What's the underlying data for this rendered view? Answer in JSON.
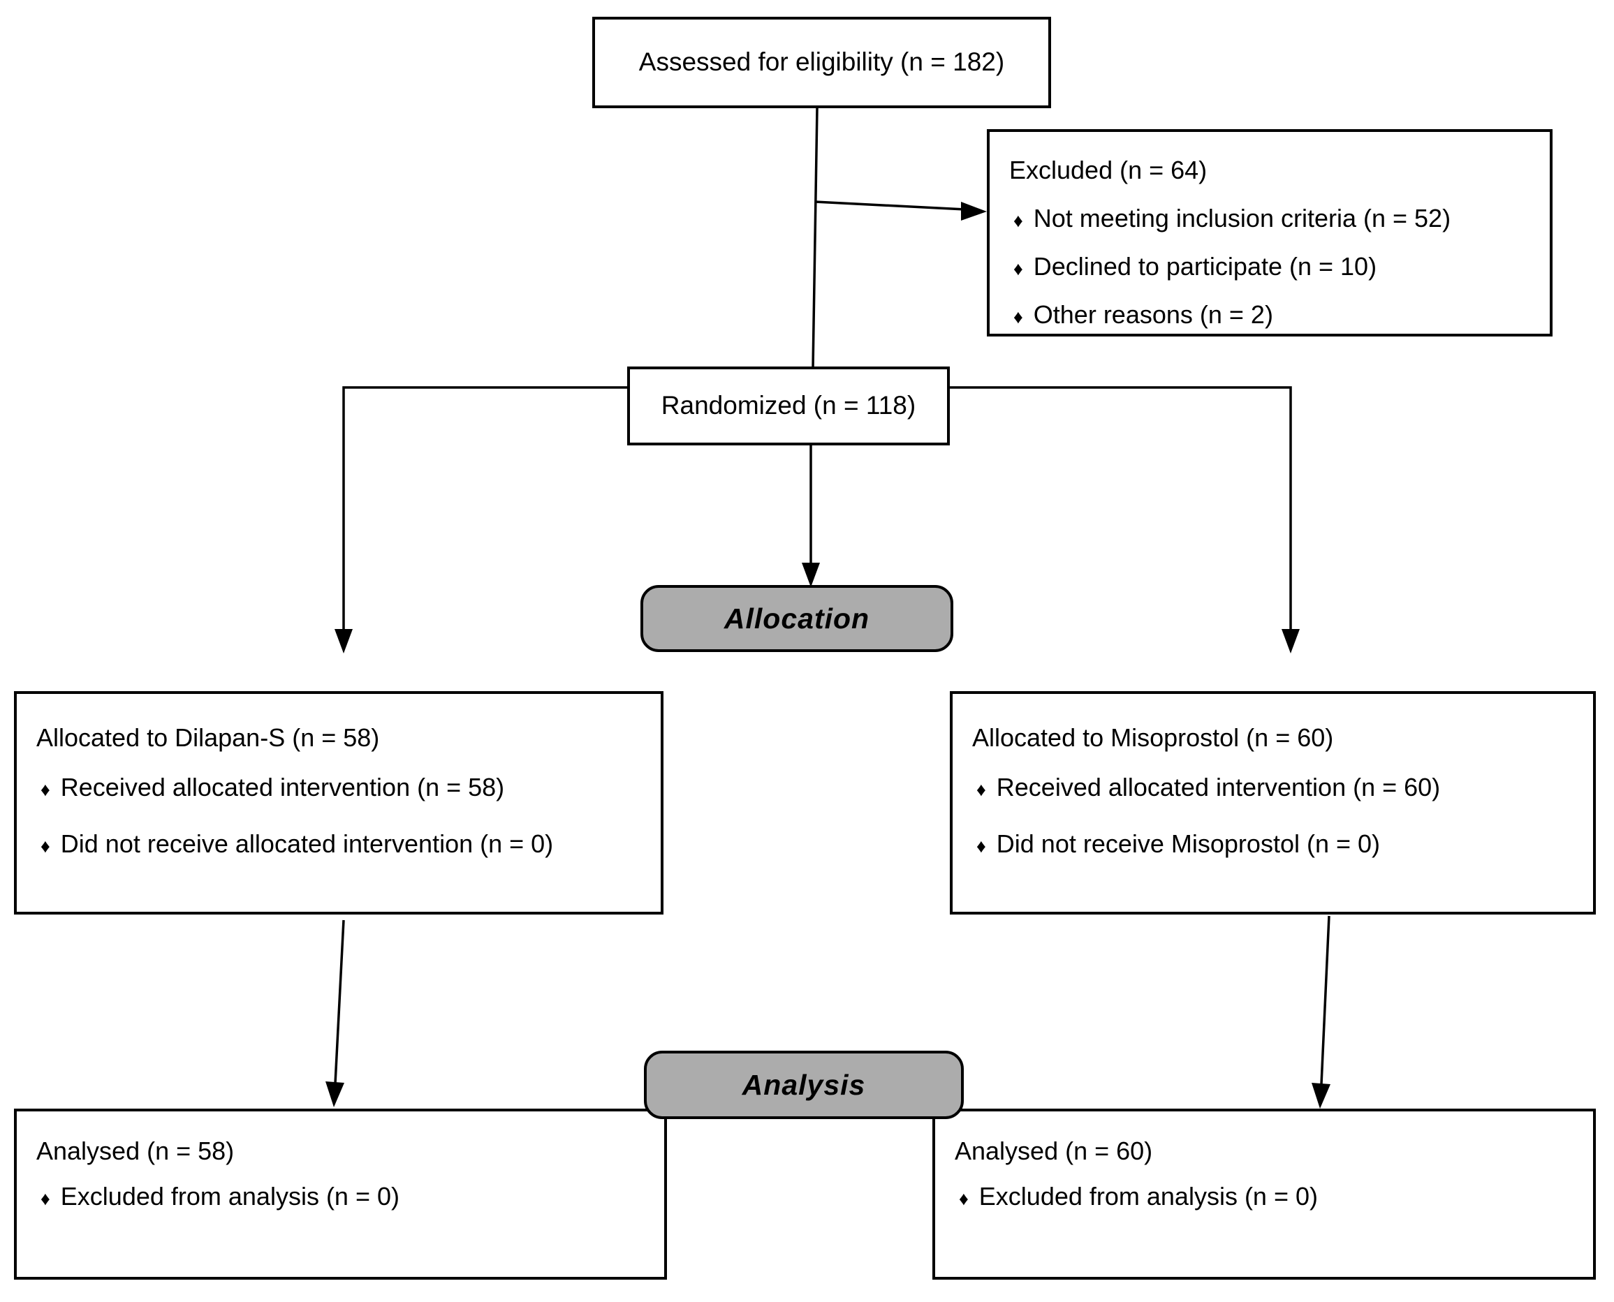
{
  "diagram": {
    "assessed": {
      "text": "Assessed for eligibility (n = 182)"
    },
    "excluded": {
      "title": "Excluded (n = 64)",
      "items": [
        "Not meeting inclusion criteria (n = 52)",
        "Declined to participate (n = 10)",
        "Other reasons (n = 2)"
      ]
    },
    "randomized": {
      "text": "Randomized (n = 118)"
    },
    "bands": {
      "allocation": "Allocation",
      "analysis": "Analysis"
    },
    "allocated_left": {
      "title": "Allocated to Dilapan-S (n = 58)",
      "items": [
        "Received allocated intervention (n = 58)",
        "Did not receive allocated intervention (n = 0)"
      ]
    },
    "allocated_right": {
      "title": "Allocated to Misoprostol (n = 60)",
      "items": [
        "Received allocated intervention (n = 60)",
        "Did not receive Misoprostol (n = 0)"
      ]
    },
    "analysed_left": {
      "title": "Analysed (n = 58)",
      "items": [
        "Excluded from analysis (n = 0)"
      ]
    },
    "analysed_right": {
      "title": "Analysed (n = 60)",
      "items": [
        "Excluded from analysis (n = 0)"
      ]
    },
    "bullet": "♦",
    "colors": {
      "band_fill": "#ACACAC",
      "border": "#000000",
      "background": "#FFFFFF"
    }
  }
}
